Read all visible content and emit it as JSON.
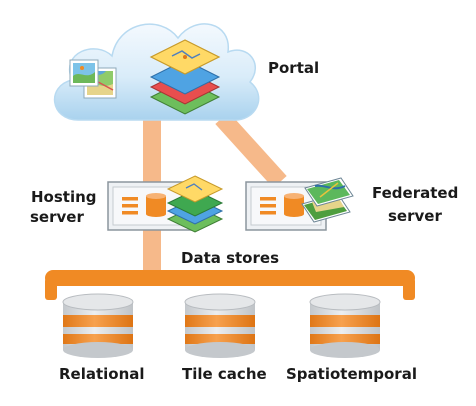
{
  "labels": {
    "portal": "Portal",
    "hosting_server_line1": "Hosting",
    "hosting_server_line2": "server",
    "federated_server_line1": "Federated",
    "federated_server_line2": "server",
    "data_stores": "Data stores",
    "relational": "Relational",
    "tile_cache": "Tile cache",
    "spatiotemporal": "Spatiotemporal"
  },
  "icons": {
    "portal": "cloud-icon",
    "map_thumbnail": "map-thumbnail-icon",
    "layers": "layer-stack-icon",
    "server": "server-icon",
    "database": "database-icon"
  },
  "colors": {
    "accent": "#F08A24",
    "connector": "#F6B98A",
    "cloud_light": "#EAF4FC",
    "cloud_dark": "#9CCAEB",
    "server_face": "#EEF1F4",
    "db_gray": "#D0D3D6"
  }
}
